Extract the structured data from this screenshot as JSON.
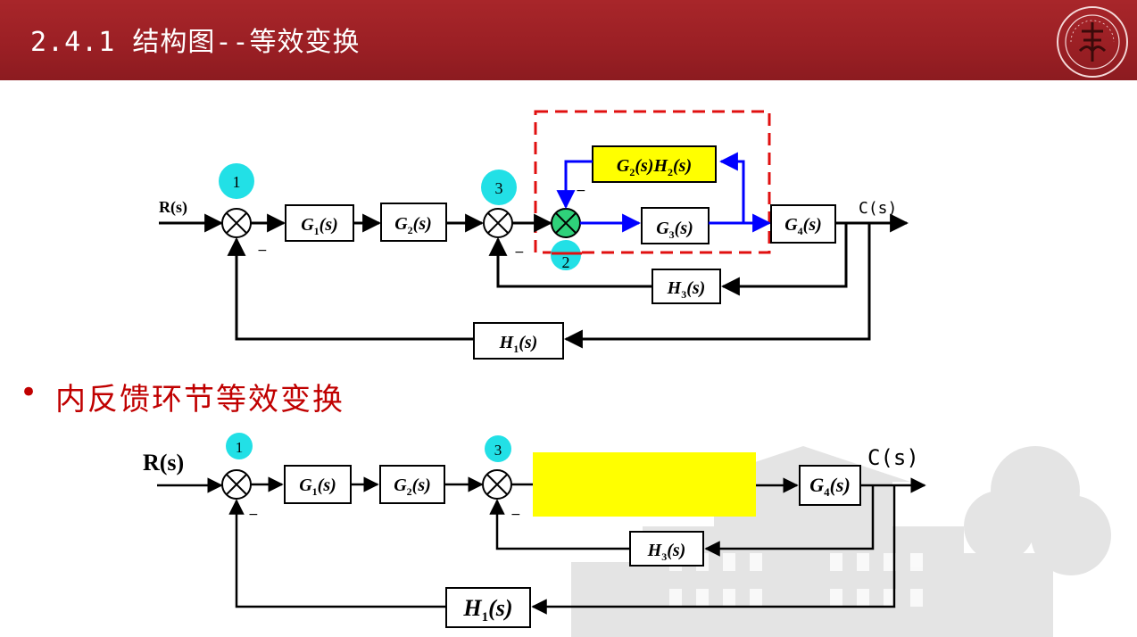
{
  "header": {
    "title": "2.4.1 结构图--等效变换"
  },
  "section": {
    "bullet": "•",
    "title": "内反馈环节等效变换"
  },
  "diagram1": {
    "input": "R(s)",
    "output": "C(s)",
    "nodes": [
      "1",
      "2",
      "3"
    ],
    "minus": "−",
    "blocks": {
      "g1": {
        "base": "G",
        "sub": "1",
        "arg": "(s)"
      },
      "g2": {
        "base": "G",
        "sub": "2",
        "arg": "(s)"
      },
      "g3": {
        "base": "G",
        "sub": "3",
        "arg": "(s)"
      },
      "g4": {
        "base": "G",
        "sub": "4",
        "arg": "(s)"
      },
      "h1": {
        "base": "H",
        "sub": "1",
        "arg": "(s)"
      },
      "h3": {
        "base": "H",
        "sub": "3",
        "arg": "(s)"
      },
      "g2h2": {
        "base1": "G",
        "sub1": "2",
        "arg1": "(s)",
        "base2": "H",
        "sub2": "2",
        "arg2": "(s)"
      }
    }
  },
  "diagram2": {
    "input": "R(s)",
    "output": "C(s)",
    "nodes": [
      "1",
      "3"
    ],
    "minus": "−",
    "blocks": {
      "g1": {
        "base": "G",
        "sub": "1",
        "arg": "(s)"
      },
      "g2": {
        "base": "G",
        "sub": "2",
        "arg": "(s)"
      },
      "g4": {
        "base": "G",
        "sub": "4",
        "arg": "(s)"
      },
      "h1": {
        "base": "H",
        "sub": "1",
        "arg": "(s)"
      },
      "h3": {
        "base": "H",
        "sub": "3",
        "arg": "(s)"
      }
    }
  },
  "colors": {
    "header": "#9a1f24",
    "accent_red": "#c00000",
    "node_cyan": "#22e0e6",
    "highlight_yellow": "#ffff00",
    "signal_blue": "#0000ff",
    "sum_green": "#2fd17a",
    "dashed_red": "#e01010"
  }
}
